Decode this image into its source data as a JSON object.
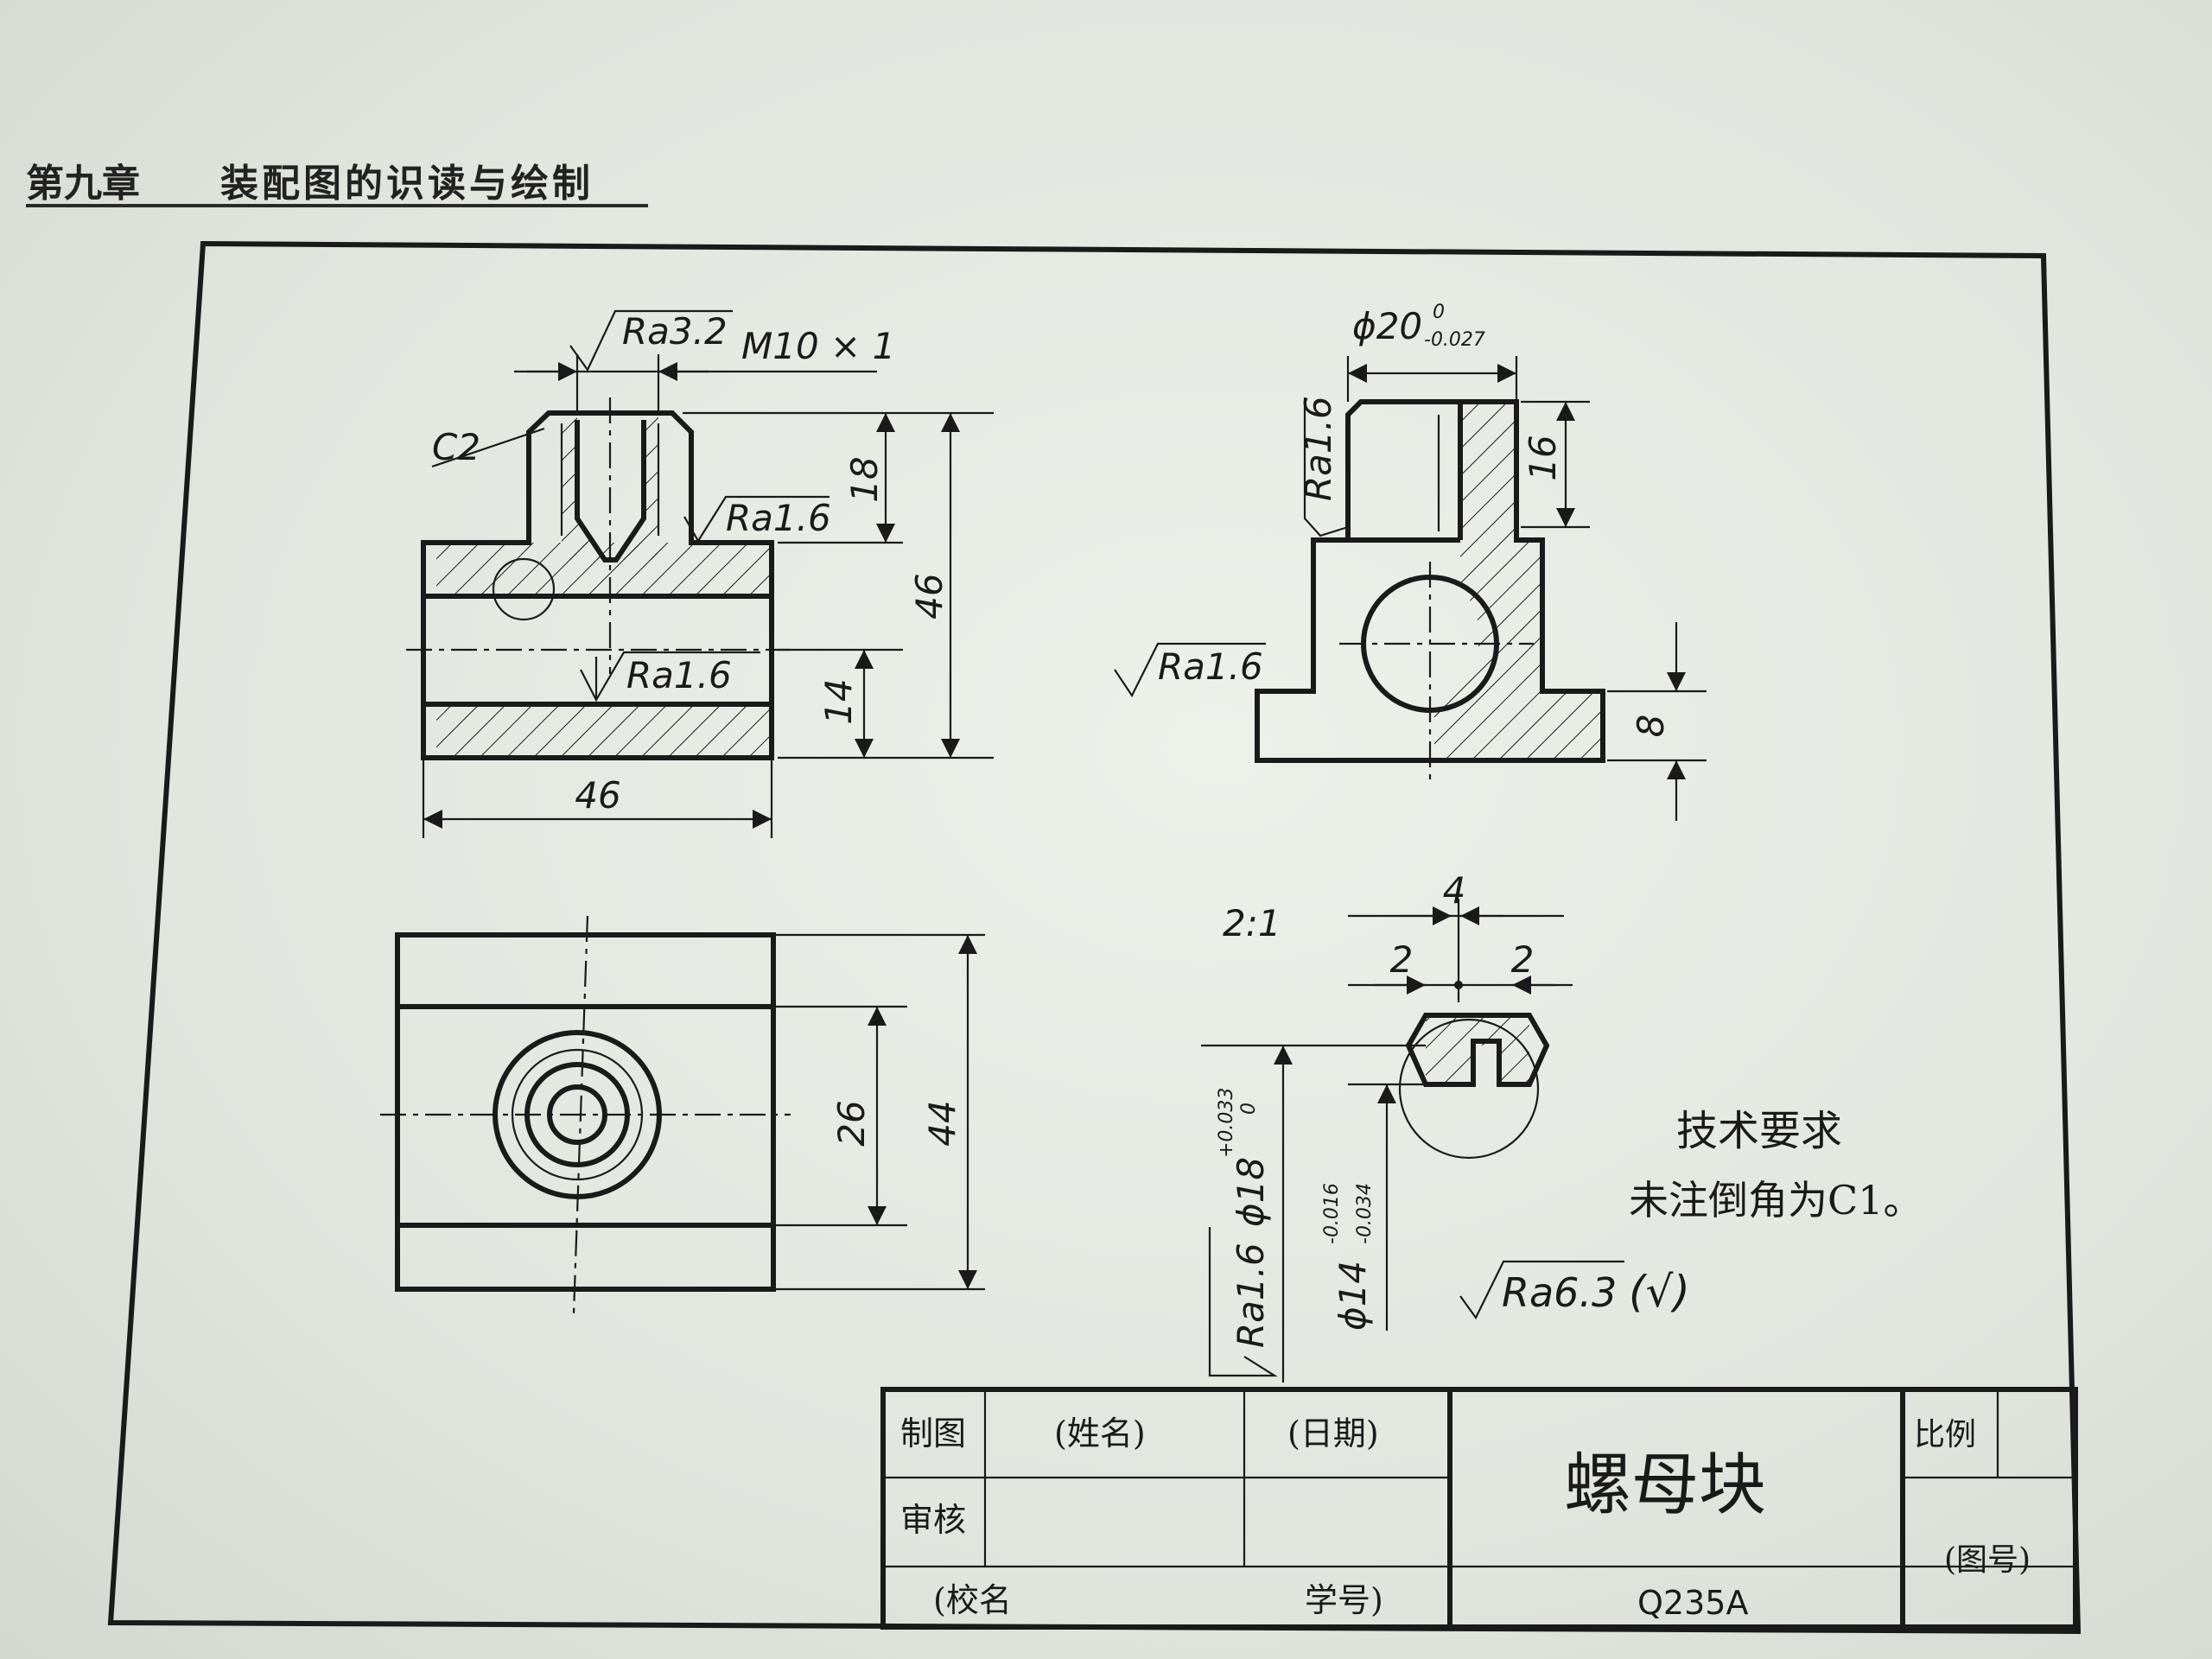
{
  "header": {
    "chapter": "第九章",
    "title": "装配图的识读与绘制"
  },
  "front_view": {
    "roughness_top": "Ra3.2",
    "thread": "M10 × 1",
    "chamfer": "C2",
    "roughness_inner": "Ra1.6",
    "roughness_bore": "Ra1.6",
    "dim_18": "18",
    "dim_46_height": "46",
    "dim_14": "14",
    "dim_46_width": "46"
  },
  "side_view": {
    "diameter": "ϕ20",
    "tol_upper": "0",
    "tol_lower": "-0.027",
    "roughness_side": "Ra1.6",
    "roughness_left": "Ra1.6",
    "dim_16": "16",
    "dim_8": "8"
  },
  "top_view": {
    "dim_26": "26",
    "dim_44": "44"
  },
  "detail_view": {
    "scale": "2:1",
    "dim_4": "4",
    "dim_2_left": "2",
    "dim_2_right": "2",
    "d18": "ϕ18",
    "d18_tol_upper": "+0.033",
    "d18_tol_lower": "0",
    "ra_d18": "Ra1.6",
    "d14": "ϕ14",
    "d14_tol_upper": "-0.016",
    "d14_tol_lower": "-0.034"
  },
  "tech_req": {
    "title": "技术要求",
    "line1": "未注倒角为C1。",
    "roughness": "Ra6.3",
    "roughness_suffix": "(√)"
  },
  "title_block": {
    "drawn_label": "制图",
    "name_placeholder": "(姓名)",
    "date_placeholder": "(日期)",
    "check_label": "审核",
    "part_name": "螺母块",
    "scale_label": "比例",
    "drawing_no": "(图号)",
    "school": "(校名",
    "student_no": "学号)",
    "material": "Q235A"
  }
}
